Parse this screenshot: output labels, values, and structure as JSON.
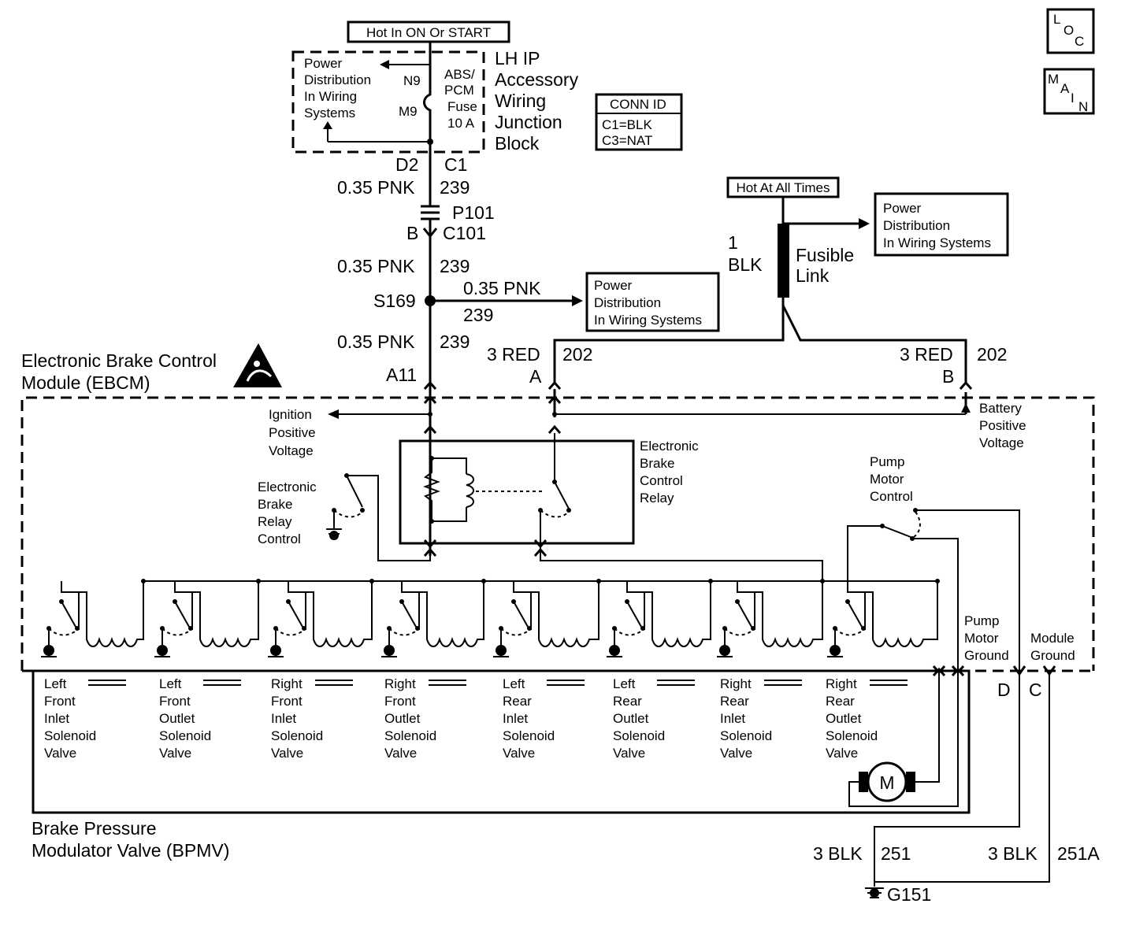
{
  "hot_run": "Hot In ON Or START",
  "hot_all": "Hot At All Times",
  "loc_icon": {
    "l": "L",
    "o": "O",
    "c": "C"
  },
  "main_icon": {
    "m": "M",
    "a": "A",
    "i": "I",
    "n": "N"
  },
  "ip_block": {
    "pd_lines": [
      "Power",
      "Distribution",
      "In Wiring",
      "Systems"
    ],
    "n9": "N9",
    "m9": "M9",
    "fuse_lines": [
      "ABS/",
      "PCM",
      "Fuse",
      "10 A"
    ],
    "name_lines": [
      "LH IP",
      "Accessory",
      "Wiring",
      "Junction",
      "Block"
    ]
  },
  "conn_id": {
    "title": "CONN ID",
    "c1": "C1=BLK",
    "c3": "C3=NAT"
  },
  "c1_wire": {
    "pin": "D2",
    "conn": "C1",
    "size": "0.35 PNK",
    "circuit": "239"
  },
  "p101": {
    "conn": "P101",
    "pin": "B",
    "c101": "C101"
  },
  "wire2": {
    "size": "0.35 PNK",
    "circuit": "239"
  },
  "splice": {
    "name": "S169",
    "size": "0.35 PNK",
    "circuit": "239"
  },
  "pd_mid_lines": [
    "Power",
    "Distribution",
    "In Wiring Systems"
  ],
  "wire3": {
    "size": "0.35 PNK",
    "circuit": "239",
    "pin": "A11"
  },
  "pd_right_lines": [
    "Power",
    "Distribution",
    "In Wiring Systems"
  ],
  "fusible": {
    "num": "1",
    "color": "BLK",
    "lines": [
      "Fusible",
      "Link"
    ]
  },
  "red_a": {
    "size": "3 RED",
    "pin": "A",
    "circuit": "202"
  },
  "red_b": {
    "size": "3 RED",
    "pin": "B",
    "circuit": "202"
  },
  "ebcm_lines": [
    "Electronic Brake Control",
    "Module (EBCM)"
  ],
  "ign_lines": [
    "Ignition",
    "Positive",
    "Voltage"
  ],
  "batt_lines": [
    "Battery",
    "Positive",
    "Voltage"
  ],
  "ebr_ctrl_lines": [
    "Electronic",
    "Brake",
    "Relay",
    "Control"
  ],
  "ebc_relay_lines": [
    "Electronic",
    "Brake",
    "Control",
    "Relay"
  ],
  "pump_ctrl_lines": [
    "Pump",
    "Motor",
    "Control"
  ],
  "pump_gnd_lines": [
    "Pump",
    "Motor",
    "Ground"
  ],
  "module_gnd_lines": [
    "Module",
    "Ground"
  ],
  "pin_d": "D",
  "pin_c": "C",
  "solenoids": [
    [
      "Left",
      "Front",
      "Inlet",
      "Solenoid",
      "Valve"
    ],
    [
      "Left",
      "Front",
      "Outlet",
      "Solenoid",
      "Valve"
    ],
    [
      "Right",
      "Front",
      "Inlet",
      "Solenoid",
      "Valve"
    ],
    [
      "Right",
      "Front",
      "Outlet",
      "Solenoid",
      "Valve"
    ],
    [
      "Left",
      "Rear",
      "Inlet",
      "Solenoid",
      "Valve"
    ],
    [
      "Left",
      "Rear",
      "Outlet",
      "Solenoid",
      "Valve"
    ],
    [
      "Right",
      "Rear",
      "Inlet",
      "Solenoid",
      "Valve"
    ],
    [
      "Right",
      "Rear",
      "Outlet",
      "Solenoid",
      "Valve"
    ]
  ],
  "motor": "M",
  "bpmv_lines": [
    "Brake Pressure",
    "Modulator Valve (BPMV)"
  ],
  "gnd_wire_1": {
    "size": "3 BLK",
    "circuit": "251"
  },
  "gnd_wire_2": {
    "size": "3 BLK",
    "circuit": "251A"
  },
  "ground": "G151"
}
